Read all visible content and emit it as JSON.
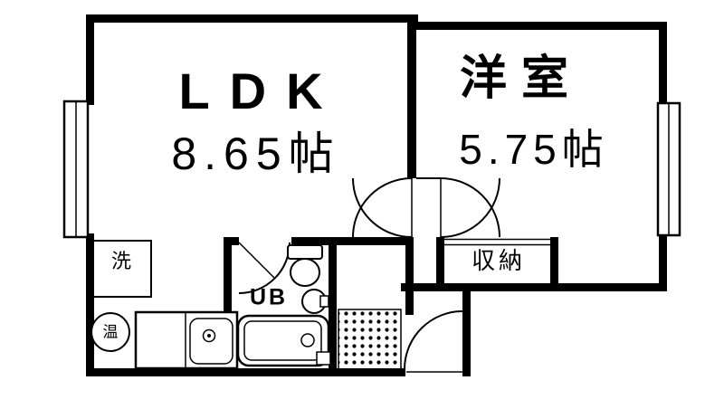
{
  "page": {
    "background": "#ffffff",
    "line_color": "#000000"
  },
  "rooms": {
    "ldk": {
      "name": "LDK",
      "size": "8.65帖"
    },
    "western_room": {
      "name": "洋室",
      "size": "5.75帖"
    },
    "closet": {
      "label": "収納"
    },
    "unit_bath": {
      "label": "UB"
    },
    "washer": {
      "label": "洗"
    },
    "water_heater": {
      "label": "温"
    }
  }
}
